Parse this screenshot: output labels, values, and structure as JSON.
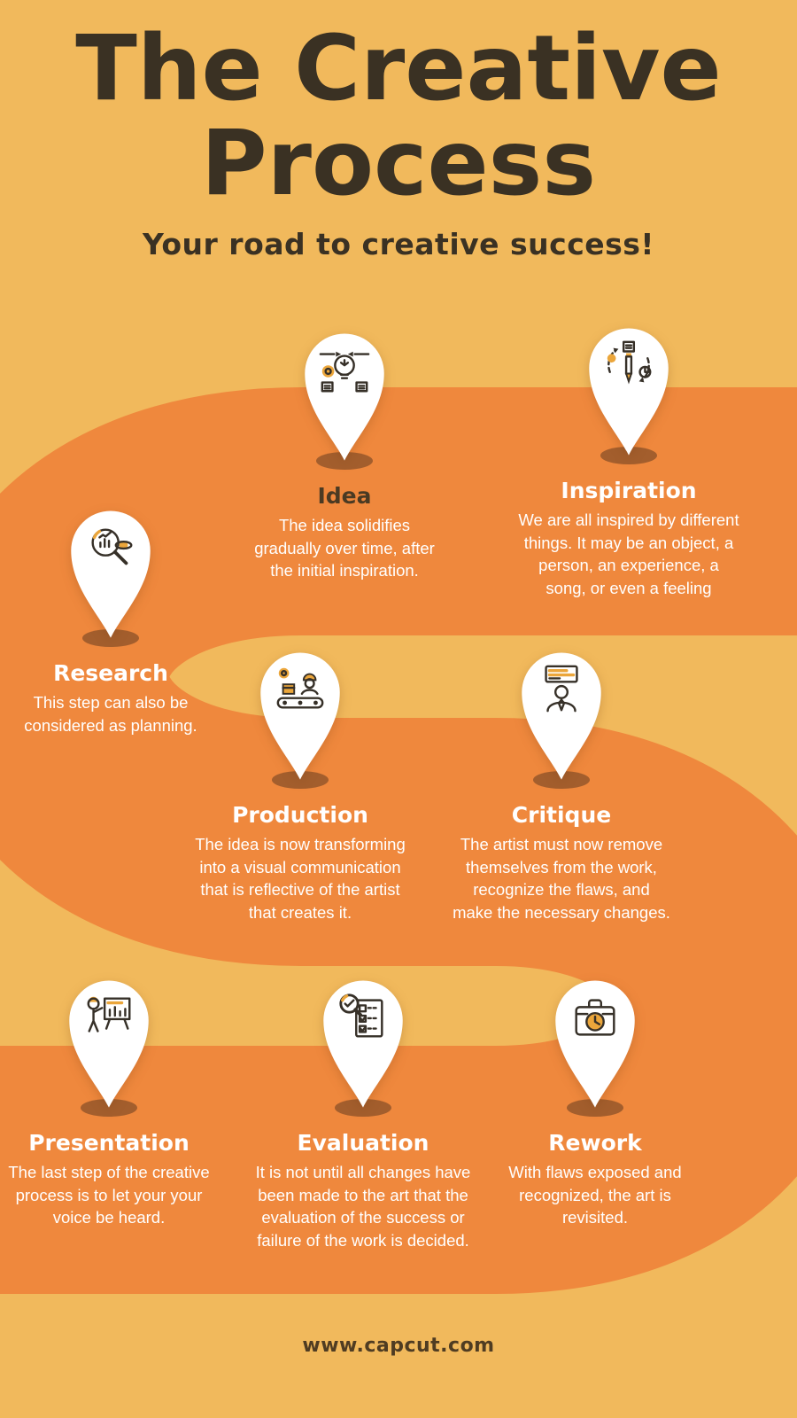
{
  "page": {
    "title_line1": "The Creative",
    "title_line2": "Process",
    "subtitle": "Your road to creative success!",
    "footer": "www.capcut.com"
  },
  "colors": {
    "background": "#F1B95C",
    "road": "#EF883D",
    "heading_text": "#3A3123",
    "pin_fill": "#FFFFFF",
    "pin_shadow": "#A35E2D",
    "step_text": "#FFFFFF",
    "icon_line": "#363028",
    "icon_accent": "#EBA63B"
  },
  "steps": [
    {
      "id": "idea",
      "title": "Idea",
      "icon": "idea-icon",
      "description": "The idea solidifies gradually over time, after the initial inspiration."
    },
    {
      "id": "inspiration",
      "title": "Inspiration",
      "icon": "inspiration-icon",
      "description": "We are all inspired by different things.  It may be an object, a person, an experience, a song, or even a feeling"
    },
    {
      "id": "research",
      "title": "Research",
      "icon": "research-icon",
      "description": "This step can also be considered as planning."
    },
    {
      "id": "production",
      "title": "Production",
      "icon": "production-icon",
      "description": "The idea is now transforming into a visual communication that is reflective of the artist that creates it."
    },
    {
      "id": "critique",
      "title": "Critique",
      "icon": "critique-icon",
      "description": "The artist must now remove themselves from the work, recognize the flaws, and make the necessary changes."
    },
    {
      "id": "presentation",
      "title": "Presentation",
      "icon": "presentation-icon",
      "description": "The last step of the creative process is to let your your voice be heard."
    },
    {
      "id": "evaluation",
      "title": "Evaluation",
      "icon": "evaluation-icon",
      "description": "It is not until all changes have been made to the art that the evaluation of the success or failure of the work is decided."
    },
    {
      "id": "rework",
      "title": "Rework",
      "icon": "rework-icon",
      "description": "With flaws exposed and recognized, the art is revisited."
    }
  ]
}
